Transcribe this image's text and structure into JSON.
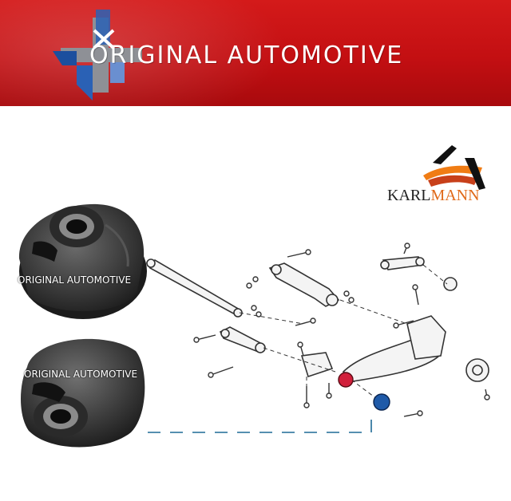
{
  "banner": {
    "brand_text": "ORIGINAL AUTOMOTIVE",
    "background_color": "#c8111a"
  },
  "karlmann": {
    "part1": "KARL",
    "part2": "MANN",
    "accent_color": "#e06a1a"
  },
  "product_images": [
    {
      "watermark": "ORIGINAL AUTOMOTIVE"
    },
    {
      "watermark": "ORIGINAL AUTOMOTIVE"
    }
  ],
  "highlight_colors": {
    "front_bush": "#d11f3b",
    "rear_bush": "#1f5aa8",
    "pointer_line": "#1f6a96"
  },
  "icons": [
    "brand-cross-logo-icon",
    "karlmann-swoosh-icon"
  ]
}
